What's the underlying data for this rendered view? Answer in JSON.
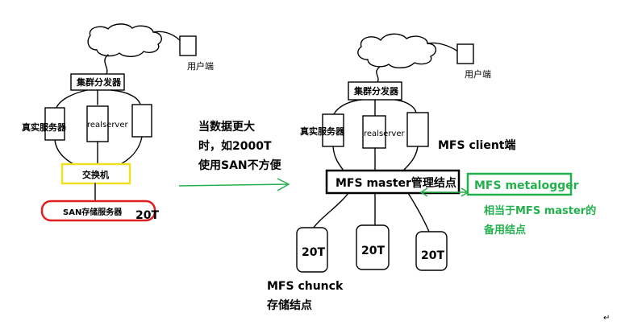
{
  "left": {
    "user_label": "用户端",
    "dispatcher_label": "集群分发器",
    "real_server_label": "真实服务器",
    "realserver_label": "realserver",
    "switch_label": "交换机",
    "san_label": "SAN存储服务器",
    "san_capacity": "20T"
  },
  "middle": {
    "note_line1": "当数据更大",
    "note_line2": "时，如2000T",
    "note_line3": "使用SAN不方便"
  },
  "right": {
    "user_label": "用户端",
    "dispatcher_label": "集群分发器",
    "real_server_label": "真实服务器",
    "realserver_label": "realserver",
    "client_label": "MFS client端",
    "master_label": "MFS master管理结点",
    "metalogger_label": "MFS metalogger",
    "metalogger_note_line1": "相当于MFS master的",
    "metalogger_note_line2": "备用结点",
    "chunk_capacities": [
      "20T",
      "20T",
      "20T"
    ],
    "chunk_label_line1": "MFS chunck",
    "chunk_label_line2": "存储结点"
  },
  "corner_mark": "↵",
  "colors": {
    "ink": "#000000",
    "switch_border": "#f0e020",
    "san_border": "#e02020",
    "arrow_green": "#22b14c",
    "metalogger_green": "#22b14c"
  }
}
